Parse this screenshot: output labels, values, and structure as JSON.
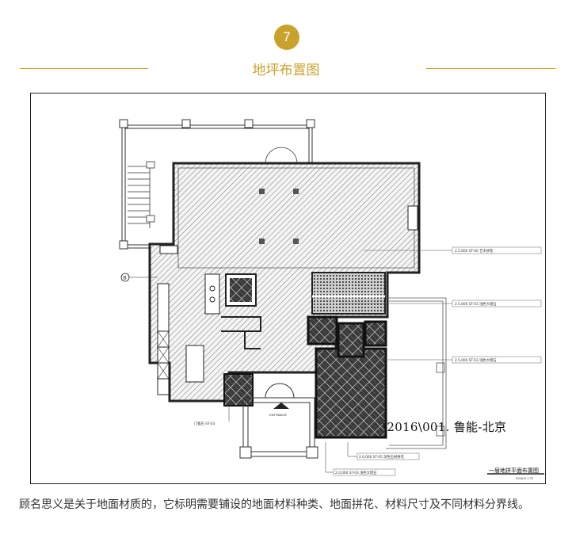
{
  "section": {
    "number": "7",
    "title": "地坪布置图",
    "accent_color": "#c9a22d"
  },
  "drawing": {
    "title_block": "一层地拼平面布置图",
    "scale_label": "SCALE 1:75",
    "entrance_label": "ENTRANCE",
    "file_path_overlay": "\\2016\\001. 鲁能-北京",
    "callouts": [
      "2.5,000  ST-00  艺术拼花",
      "2.5,000  ST-03  浅色大理石",
      "2.5,000  ST-03  浅色大理石",
      "2.0,000  ST-05  深色石材拼花",
      "2.0,000  ST-03  浅色大理石"
    ],
    "door_note": "门槛石 ST-03",
    "axis_tag": "B"
  },
  "caption": "顾名思义是关于地面材质的，它标明需要铺设的地面材料种类、地面拼花、材料尺寸及不同材料分界线。"
}
